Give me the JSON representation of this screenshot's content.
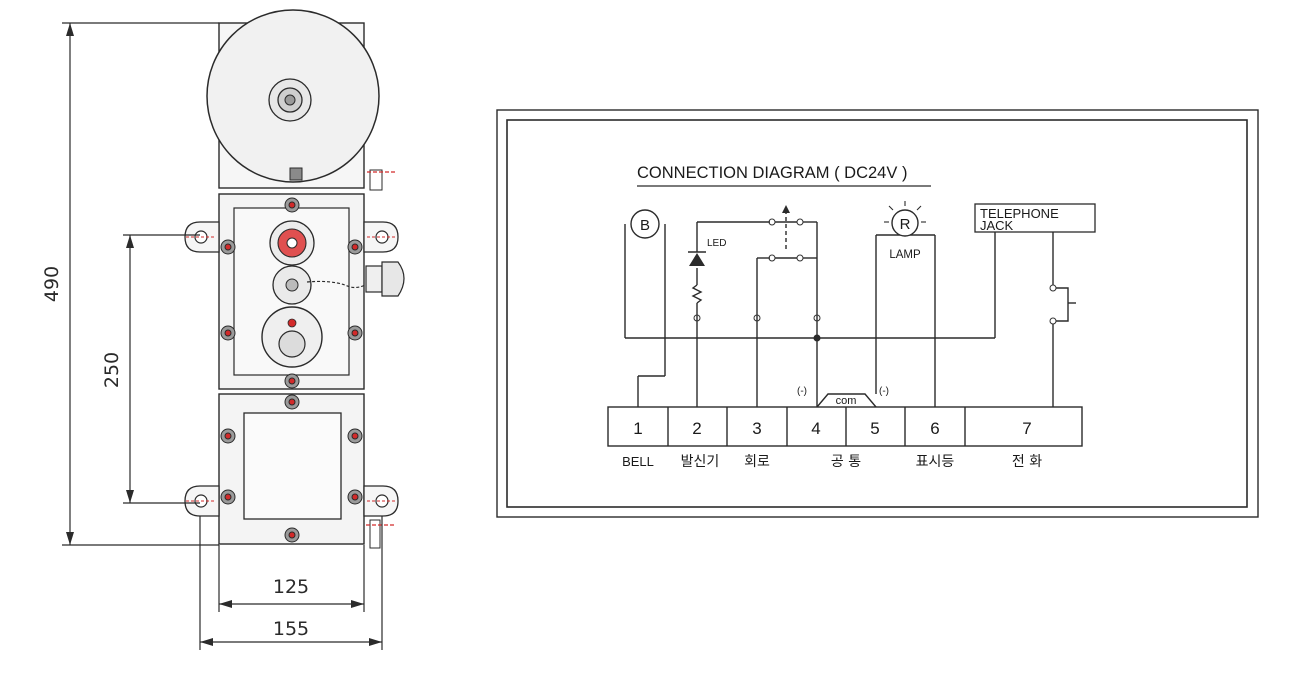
{
  "dimensions": {
    "height_total": "490",
    "height_mount": "250",
    "width_body": "125",
    "width_total": "155"
  },
  "diagram": {
    "title": "CONNECTION DIAGRAM ( DC24V )",
    "bell_symbol": "B",
    "led_label": "LED",
    "lamp_symbol": "R",
    "lamp_label": "LAMP",
    "telephone_line1": "TELEPHONE",
    "telephone_line2": "JACK",
    "minus_left": "(-)",
    "minus_right": "(-)",
    "com_label": "com",
    "terminals": [
      {
        "number": "1",
        "label": "BELL"
      },
      {
        "number": "2",
        "label": "발신기"
      },
      {
        "number": "3",
        "label": "회로"
      },
      {
        "number": "4",
        "label": ""
      },
      {
        "number": "5",
        "label": ""
      },
      {
        "number": "6",
        "label": "표시등"
      },
      {
        "number": "7",
        "label": "전 화"
      }
    ],
    "common_label": "공 통"
  },
  "colors": {
    "line": "#2b2b2b",
    "accent_red": "#d22a2a",
    "housing_fill": "#f4f4f4",
    "bolt_fill": "#8a8a8a"
  }
}
